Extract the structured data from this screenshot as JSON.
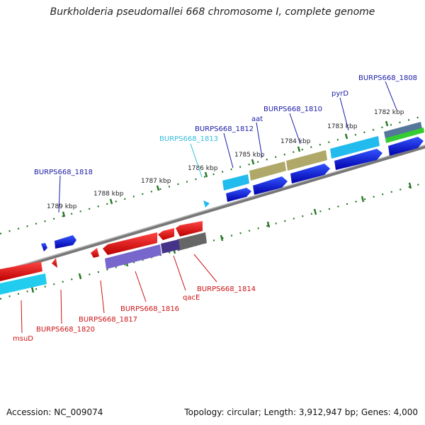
{
  "title": "Burkholderia pseudomallei 668 chromosome I, complete genome",
  "footer": {
    "accession": "Accession: NC_009074",
    "topology": "Topology: circular; Length: 3,912,947 bp; Genes: 4,000"
  },
  "ticks": [
    "1782 kbp",
    "1783 kbp",
    "1784 kbp",
    "1785 kbp",
    "1786 kbp",
    "1787 kbp",
    "1788 kbp",
    "1789 kbp"
  ],
  "labels_forward": [
    {
      "name": "BURPS668_1808",
      "color": "#1a1aa6"
    },
    {
      "name": "pyrD",
      "color": "#1a1aa6"
    },
    {
      "name": "BURPS668_1810",
      "color": "#1a1aa6"
    },
    {
      "name": "aat",
      "color": "#1a1aa6"
    },
    {
      "name": "BURPS668_1812",
      "color": "#1a1aa6"
    },
    {
      "name": "BURPS668_1813",
      "color": "#33bbdd"
    },
    {
      "name": "BURPS668_1818",
      "color": "#1a1aa6"
    }
  ],
  "labels_reverse": [
    {
      "name": "BURPS668_1814",
      "color": "#cc1111"
    },
    {
      "name": "qacE",
      "color": "#cc1111"
    },
    {
      "name": "BURPS668_1816",
      "color": "#cc1111"
    },
    {
      "name": "BURPS668_1817",
      "color": "#cc1111"
    },
    {
      "name": "BURPS668_1820",
      "color": "#cc1111"
    },
    {
      "name": "msuD",
      "color": "#cc1111"
    }
  ],
  "colors": {
    "backbone": "#888888",
    "tick": "#227722",
    "forward_gene": "#0000ee",
    "reverse_gene": "#ee0000",
    "cds_cyan": "#22bbee",
    "cds_olive": "#b0a868",
    "cds_purple": "#7766cc",
    "cds_dark_purple": "#443388",
    "cds_gray": "#666666",
    "cds_green": "#33cc33",
    "cds_steel": "#557799"
  }
}
